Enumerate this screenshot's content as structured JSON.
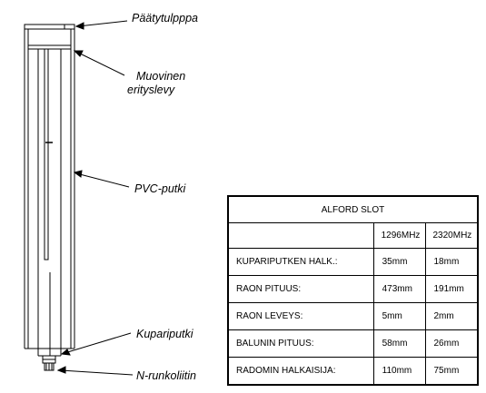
{
  "callouts": {
    "end_cap": "Päätytulpppa",
    "spacer_line1": "Muovinen",
    "spacer_line2": "eritys­levy",
    "pvc_pipe": "PVC-putki",
    "copper_pipe": "Kupariputki",
    "n_connector": "N-runkoliitin"
  },
  "table": {
    "title": "ALFORD SLOT",
    "columns": [
      "",
      "1296MHz",
      "2320MHz"
    ],
    "rows": [
      {
        "label": "KUPARIPUTKEN HALK.:",
        "f1296": "35mm",
        "f2320": "18mm"
      },
      {
        "label": "RAON PITUUS:",
        "f1296": "473mm",
        "f2320": "191mm"
      },
      {
        "label": "RAON LEVEYS:",
        "f1296": "5mm",
        "f2320": "2mm"
      },
      {
        "label": "BALUNIN PITUUS:",
        "f1296": "58mm",
        "f2320": "26mm"
      },
      {
        "label": "RADOMIN HALKAISIJA:",
        "f1296": "110mm",
        "f2320": "75mm"
      }
    ]
  }
}
